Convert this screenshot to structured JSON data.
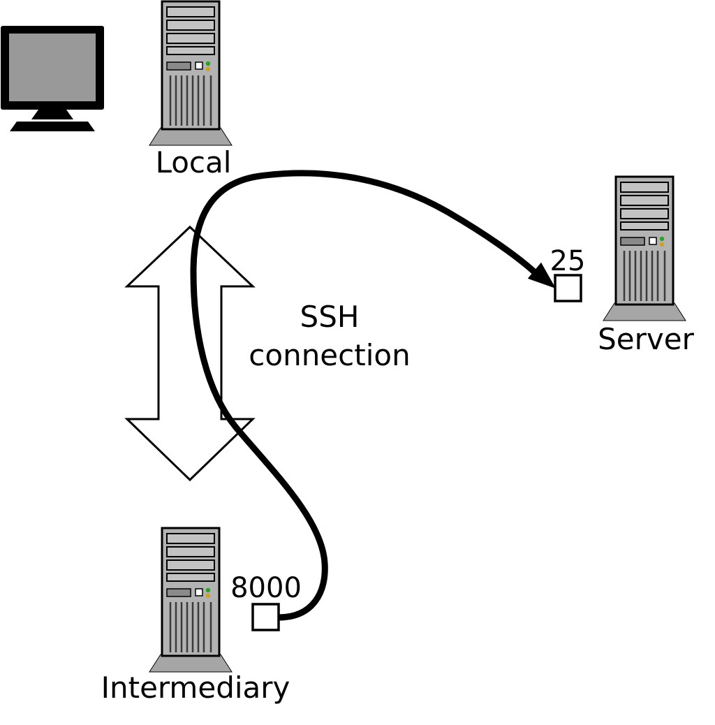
{
  "diagram": {
    "nodes": {
      "local": {
        "label": "Local"
      },
      "server": {
        "label": "Server",
        "port": "25"
      },
      "intermediary": {
        "label": "Intermediary",
        "port": "8000"
      }
    },
    "connection": {
      "label_lines": [
        "SSH",
        "connection"
      ]
    },
    "icons": {
      "monitor": "monitor-icon",
      "local": "computer-tower-icon",
      "server": "computer-tower-icon",
      "intermediary": "computer-tower-icon",
      "tunnel": "double-arrow-icon"
    },
    "colors": {
      "stroke": "#000000",
      "tower_body": "#b3b3b3",
      "tower_bay": "#c3c3c3",
      "tower_base": "#a6a6a6",
      "tower_panel": "#8a8a8a",
      "vent_line": "#3a3a3a",
      "screen": "#999999",
      "led_green": "#2ca02c",
      "led_amber": "#c9a227",
      "port_box_fill": "#ffffff",
      "background": "#ffffff"
    }
  }
}
